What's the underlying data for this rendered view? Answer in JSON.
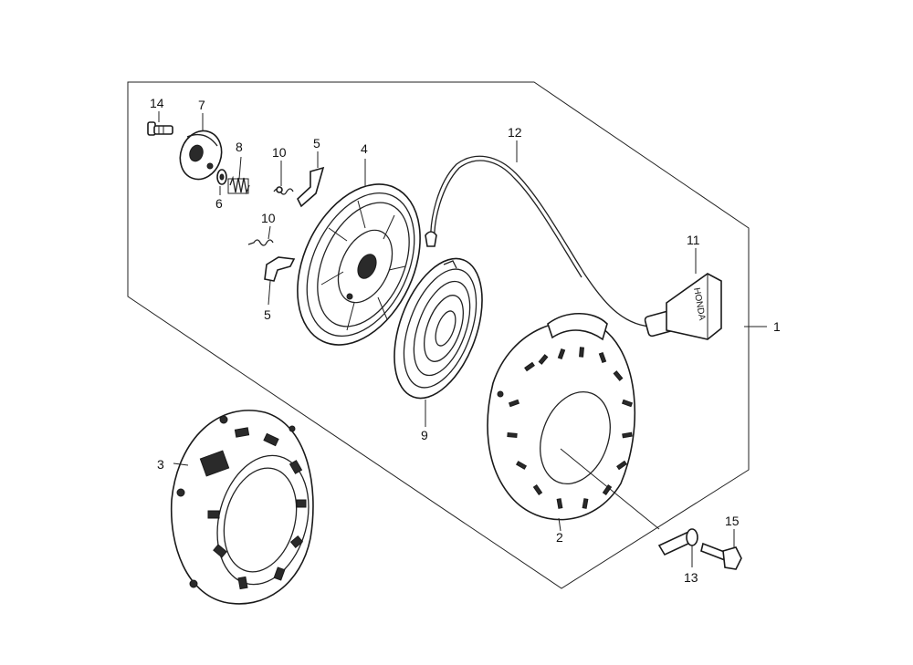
{
  "callouts": [
    {
      "id": "c1",
      "text": "1"
    },
    {
      "id": "c2",
      "text": "2"
    },
    {
      "id": "c3",
      "text": "3"
    },
    {
      "id": "c4",
      "text": "4"
    },
    {
      "id": "c5a",
      "text": "5"
    },
    {
      "id": "c5b",
      "text": "5"
    },
    {
      "id": "c6",
      "text": "6"
    },
    {
      "id": "c7",
      "text": "7"
    },
    {
      "id": "c8",
      "text": "8"
    },
    {
      "id": "c9",
      "text": "9"
    },
    {
      "id": "c10a",
      "text": "10"
    },
    {
      "id": "c10b",
      "text": "10"
    },
    {
      "id": "c11",
      "text": "11"
    },
    {
      "id": "c12",
      "text": "12"
    },
    {
      "id": "c13",
      "text": "13"
    },
    {
      "id": "c14",
      "text": "14"
    },
    {
      "id": "c15",
      "text": "15"
    }
  ],
  "handle_text": "HONDA"
}
